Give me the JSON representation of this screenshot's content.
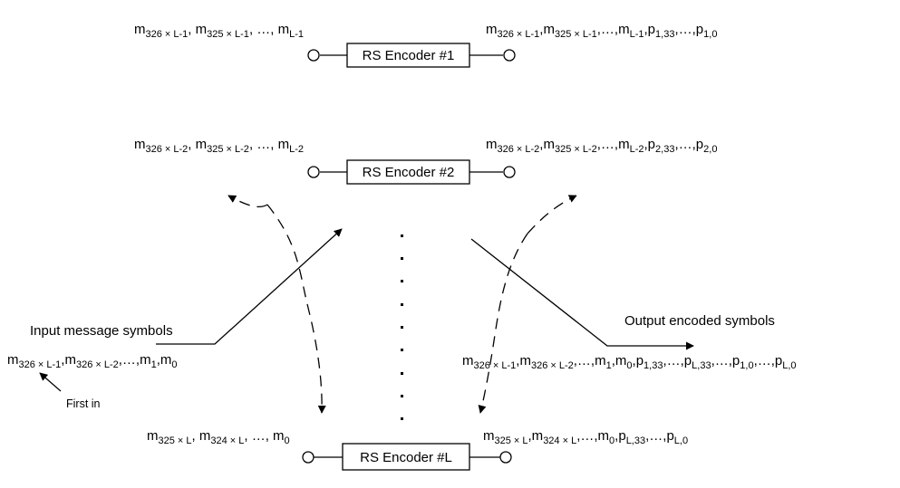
{
  "encoders": [
    {
      "label": "RS Encoder #1",
      "input_seq": [
        [
          "m",
          "326 × L-1"
        ],
        [
          ", m",
          ""
        ],
        [
          "",
          "325 × L-1"
        ],
        [
          ", …, m",
          ""
        ],
        [
          "",
          "L-1"
        ]
      ],
      "output_seq": [
        [
          "m",
          "326 × L-1"
        ],
        [
          ",m",
          ""
        ],
        [
          "",
          "325 × L-1"
        ],
        [
          ",…,m",
          ""
        ],
        [
          "",
          "L-1"
        ],
        [
          ",p",
          ""
        ],
        [
          "",
          "1,33"
        ],
        [
          ",…,p",
          ""
        ],
        [
          "",
          "1,0"
        ]
      ]
    },
    {
      "label": "RS Encoder #2",
      "input_seq": [
        [
          "m",
          "326 × L-2"
        ],
        [
          ", m",
          ""
        ],
        [
          "",
          "325 × L-2"
        ],
        [
          ", …, m",
          ""
        ],
        [
          "",
          "L-2"
        ]
      ],
      "output_seq": [
        [
          "m",
          "326 × L-2"
        ],
        [
          ",m",
          ""
        ],
        [
          "",
          "325 × L-2"
        ],
        [
          ",…,m",
          ""
        ],
        [
          "",
          "L-2"
        ],
        [
          ",p",
          ""
        ],
        [
          "",
          "2,33"
        ],
        [
          ",…,p",
          ""
        ],
        [
          "",
          "2,0"
        ]
      ]
    },
    {
      "label": "RS Encoder #L",
      "input_seq": [
        [
          "m",
          "325 × L"
        ],
        [
          ", m",
          ""
        ],
        [
          "",
          "324 × L"
        ],
        [
          ", …, m",
          ""
        ],
        [
          "",
          "0"
        ]
      ],
      "output_seq": [
        [
          "m",
          "325 × L"
        ],
        [
          ",m",
          ""
        ],
        [
          "",
          "324 × L"
        ],
        [
          ",…,m",
          ""
        ],
        [
          "",
          "0"
        ],
        [
          ",p",
          ""
        ],
        [
          "",
          "L,33"
        ],
        [
          ",…,p",
          ""
        ],
        [
          "",
          "L,0"
        ]
      ]
    }
  ],
  "input_label": "Input message symbols",
  "input_stream": [
    [
      "m",
      ""
    ],
    [
      "",
      "326 × L-1"
    ],
    [
      ",m",
      ""
    ],
    [
      "",
      "326 × L-2"
    ],
    [
      ",…,m",
      ""
    ],
    [
      "",
      "1"
    ],
    [
      ",m",
      ""
    ],
    [
      "",
      "0"
    ]
  ],
  "first_in_label": "First in",
  "output_label": "Output encoded symbols",
  "output_stream": [
    [
      "m",
      ""
    ],
    [
      "",
      "326 × L-1"
    ],
    [
      ",m",
      ""
    ],
    [
      "",
      "326 × L-2"
    ],
    [
      ",…,m",
      ""
    ],
    [
      "",
      "1"
    ],
    [
      ",m",
      ""
    ],
    [
      "",
      "0"
    ],
    [
      ",p",
      ""
    ],
    [
      "",
      "1,33"
    ],
    [
      ",…,p",
      ""
    ],
    [
      "",
      "L,33"
    ],
    [
      ",…,p",
      ""
    ],
    [
      "",
      "1,0"
    ],
    [
      ",…,p",
      ""
    ],
    [
      "",
      "L,0"
    ]
  ]
}
